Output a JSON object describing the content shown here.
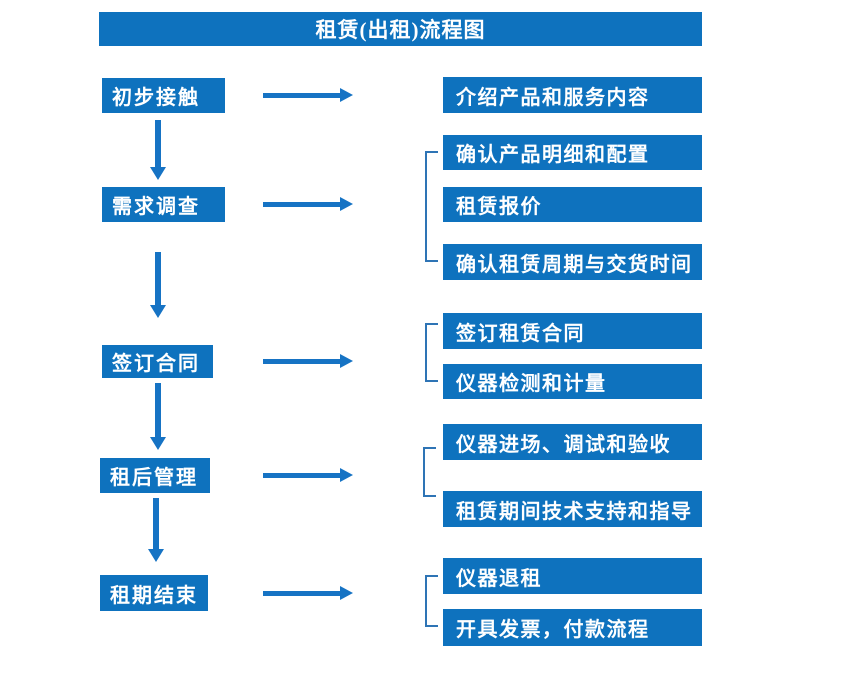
{
  "title": "租赁(出租)流程图",
  "colors": {
    "box_blue": "#0e72be",
    "arrow_blue": "#1673c4",
    "bracket_blue": "#2e74b5",
    "text_white": "#ffffff",
    "background": "#ffffff"
  },
  "stages": [
    {
      "label": "初步接触",
      "details": [
        "介绍产品和服务内容"
      ]
    },
    {
      "label": "需求调查",
      "details": [
        "确认产品明细和配置",
        "租赁报价",
        "确认租赁周期与交货时间"
      ]
    },
    {
      "label": "签订合同",
      "details": [
        "签订租赁合同",
        "仪器检测和计量"
      ]
    },
    {
      "label": "租后管理",
      "details": [
        "仪器进场、调试和验收",
        "租赁期间技术支持和指导"
      ]
    },
    {
      "label": "租期结束",
      "details": [
        "仪器退租",
        "开具发票，付款流程"
      ]
    }
  ]
}
